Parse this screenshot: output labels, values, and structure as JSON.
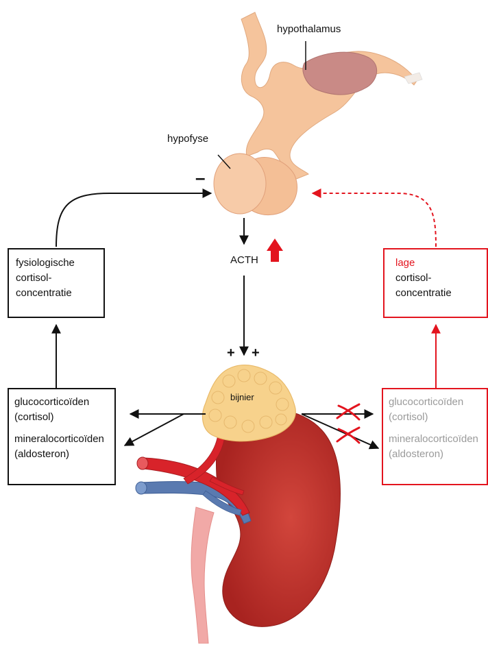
{
  "labels": {
    "hypothalamus": "hypothalamus",
    "hypofyse": "hypofyse",
    "acth": "ACTH",
    "bijnier": "bijnier",
    "minus": "–",
    "plus_left": "+",
    "plus_right": "+"
  },
  "left_box": {
    "lines": [
      "fysiologische",
      "cortisol-",
      "concentratie"
    ]
  },
  "right_box": {
    "highlight": "lage",
    "lines": [
      "cortisol-",
      "concentratie"
    ]
  },
  "left_hormones": {
    "gluco": "glucocorticoïden",
    "gluco_sub": "(cortisol)",
    "mineralo": "mineralocorticoïden",
    "mineralo_sub": "(aldosteron)"
  },
  "right_hormones": {
    "gluco": "glucocorticoïden",
    "gluco_sub": "(cortisol)",
    "mineralo": "mineralocorticoïden",
    "mineralo_sub": "(aldosteron)"
  },
  "colors": {
    "red": "#e3141e",
    "black": "#111111",
    "grey_text": "#9a9a9a",
    "pituitary": "#f5c49c",
    "hypothalamus": "#c98a86",
    "kidney": "#c0302c",
    "adrenal": "#f7d28c",
    "vein": "#5a7ab0",
    "artery": "#d8232a"
  }
}
